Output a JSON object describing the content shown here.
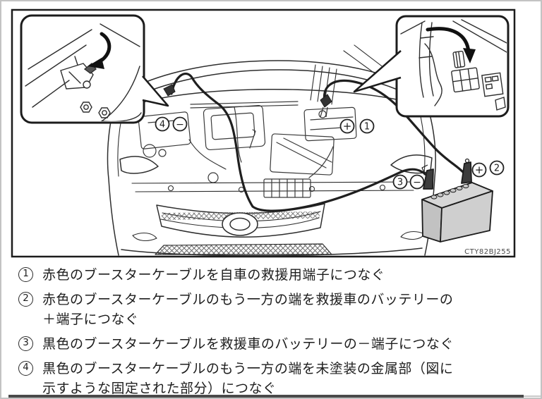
{
  "figure": {
    "code": "CTY82BJ255",
    "markers": [
      "4",
      "−",
      "+",
      "1",
      "3",
      "−",
      "+",
      "2"
    ]
  },
  "instructions": {
    "items": [
      {
        "num": "1",
        "text": "赤色のブースターケーブルを自車の救援用端子につなぐ"
      },
      {
        "num": "2",
        "text": "赤色のブースターケーブルのもう一方の端を救援車のバッテリーの\n＋端子につなぐ"
      },
      {
        "num": "3",
        "text": "黒色のブースターケーブルを救援車のバッテリーの－端子につなぐ"
      },
      {
        "num": "4",
        "text": "黒色のブースターケーブルのもう一方の端を未塗装の金属部（図に\n示すような固定された部分）につなぐ"
      }
    ]
  },
  "colors": {
    "line": "#2e2e2e",
    "battery_top": "#d7d7d7",
    "battery_front": "#c2c2c2",
    "battery_side": "#cfcfcf",
    "rule": "#4a4a4a"
  }
}
